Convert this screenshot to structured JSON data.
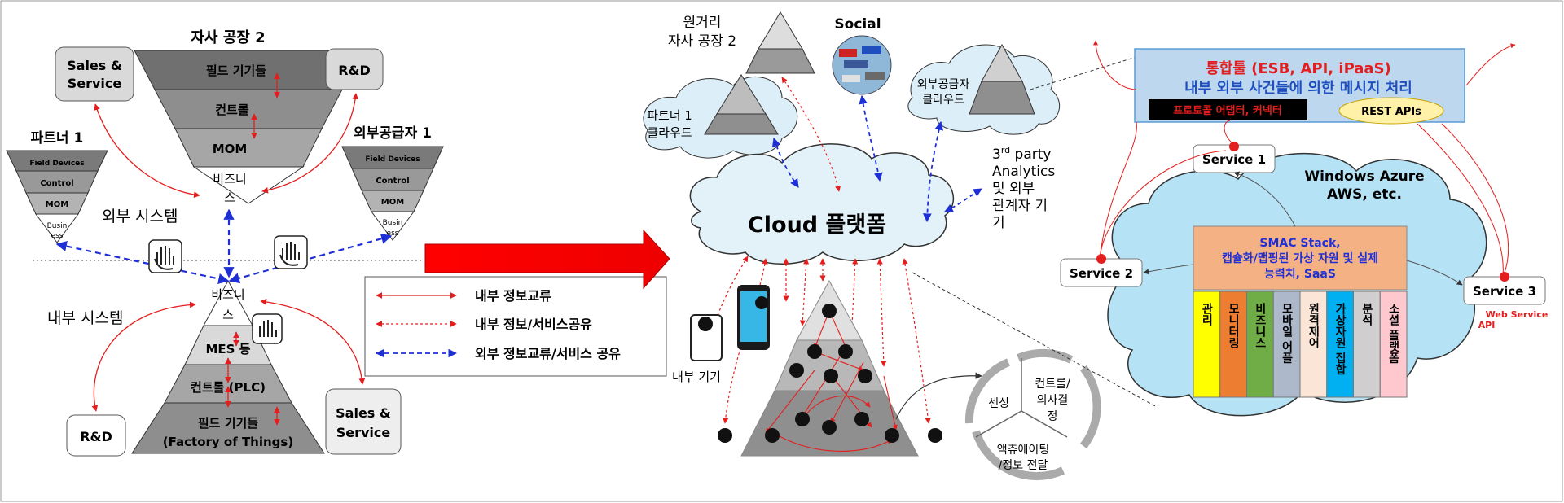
{
  "left": {
    "external_label": "외부 시스템",
    "internal_label": "내부 시스템",
    "factory2": {
      "title": "자사 공장 2",
      "layers": [
        "필드 기기들",
        "컨트롤",
        "MOM",
        "비즈니",
        "스"
      ]
    },
    "partner1": {
      "title": "파트너 1",
      "layers": [
        "Field Devices",
        "Control",
        "MOM",
        "Busin",
        "ess"
      ]
    },
    "supplier1": {
      "title": "외부공급자 1",
      "layers": [
        "Field Devices",
        "Control",
        "MOM",
        "Busin",
        "ess"
      ]
    },
    "internal": {
      "layers": [
        "비즈니",
        "스",
        "MES 등",
        "컨트롤 (PLC)",
        "필드 기기들",
        "(Factory of Things)"
      ]
    },
    "boxes": {
      "sales_top_1": "Sales &",
      "sales_top_2": "Service",
      "rnd_top": "R&D",
      "rnd_bottom": "R&D",
      "sales_bottom_1": "Sales &",
      "sales_bottom_2": "Service"
    }
  },
  "legend": {
    "items": [
      "내부 정보교류",
      "내부 정보/서비스공유",
      "외부 정보교류/서비스 공유"
    ]
  },
  "middle": {
    "remote_factory_1": "원거리",
    "remote_factory_2": "자사 공장 2",
    "social": "Social",
    "partner_cloud_1": "파트너 1",
    "partner_cloud_2": "클라우드",
    "supplier_cloud_1": "외부공급자",
    "supplier_cloud_2": "클라우드",
    "cloud_platform": "Cloud 플랫폼",
    "third_party_sup": "rd",
    "third_party_1a": "3",
    "third_party_1b": " party",
    "third_party_2": "Analytics",
    "third_party_3": "및 외부",
    "third_party_4": "관계자 기",
    "third_party_5": "기",
    "internal_devices": "내부 기기",
    "cycle": {
      "sensing": "센싱",
      "control_1": "컨트롤/",
      "control_2": "의사결",
      "control_3": "정",
      "act_1": "액츄에이팅",
      "act_2": "/정보 전달"
    }
  },
  "right": {
    "integration_title_1": "통합툴 (ESB, API, iPaaS)",
    "integration_title_2": "내부 외부 사건들에 의한 메시지 처리",
    "protocol_adapter": "프로토콜 어댑터, 커넥터",
    "rest_apis": "REST APIs",
    "service1": "Service 1",
    "service2": "Service 2",
    "service3": "Service 3",
    "web_service_1": "Web Service",
    "web_service_2": "API",
    "azure_1": "Windows Azure",
    "azure_2": "AWS, etc.",
    "smac_1": "SMAC Stack,",
    "smac_2": "캡슐화/맵핑된 가상 자원 및 실제",
    "smac_3": "능력치, SaaS",
    "columns": [
      "관리",
      "모니터링",
      "비즈니스",
      "모바일 어플",
      "원격제어",
      "가상자원 집합",
      "분석",
      "소셜 플랫폼"
    ]
  },
  "colors": {
    "red": "#e41e1e",
    "blue": "#1f2fd6",
    "cloud_fill": "#b5e3f5",
    "integration_fill": "#bcd7ee",
    "smac_fill": "#f4b183",
    "col_yellow": "#ffff00",
    "col_orange": "#ed7d31",
    "col_green": "#70ad47",
    "col_gray": "#adb9ca",
    "col_peach": "#fbe5d6",
    "col_cyan": "#00b0f0",
    "col_lightgray": "#d0cece",
    "col_pink": "#ffc7ce"
  }
}
